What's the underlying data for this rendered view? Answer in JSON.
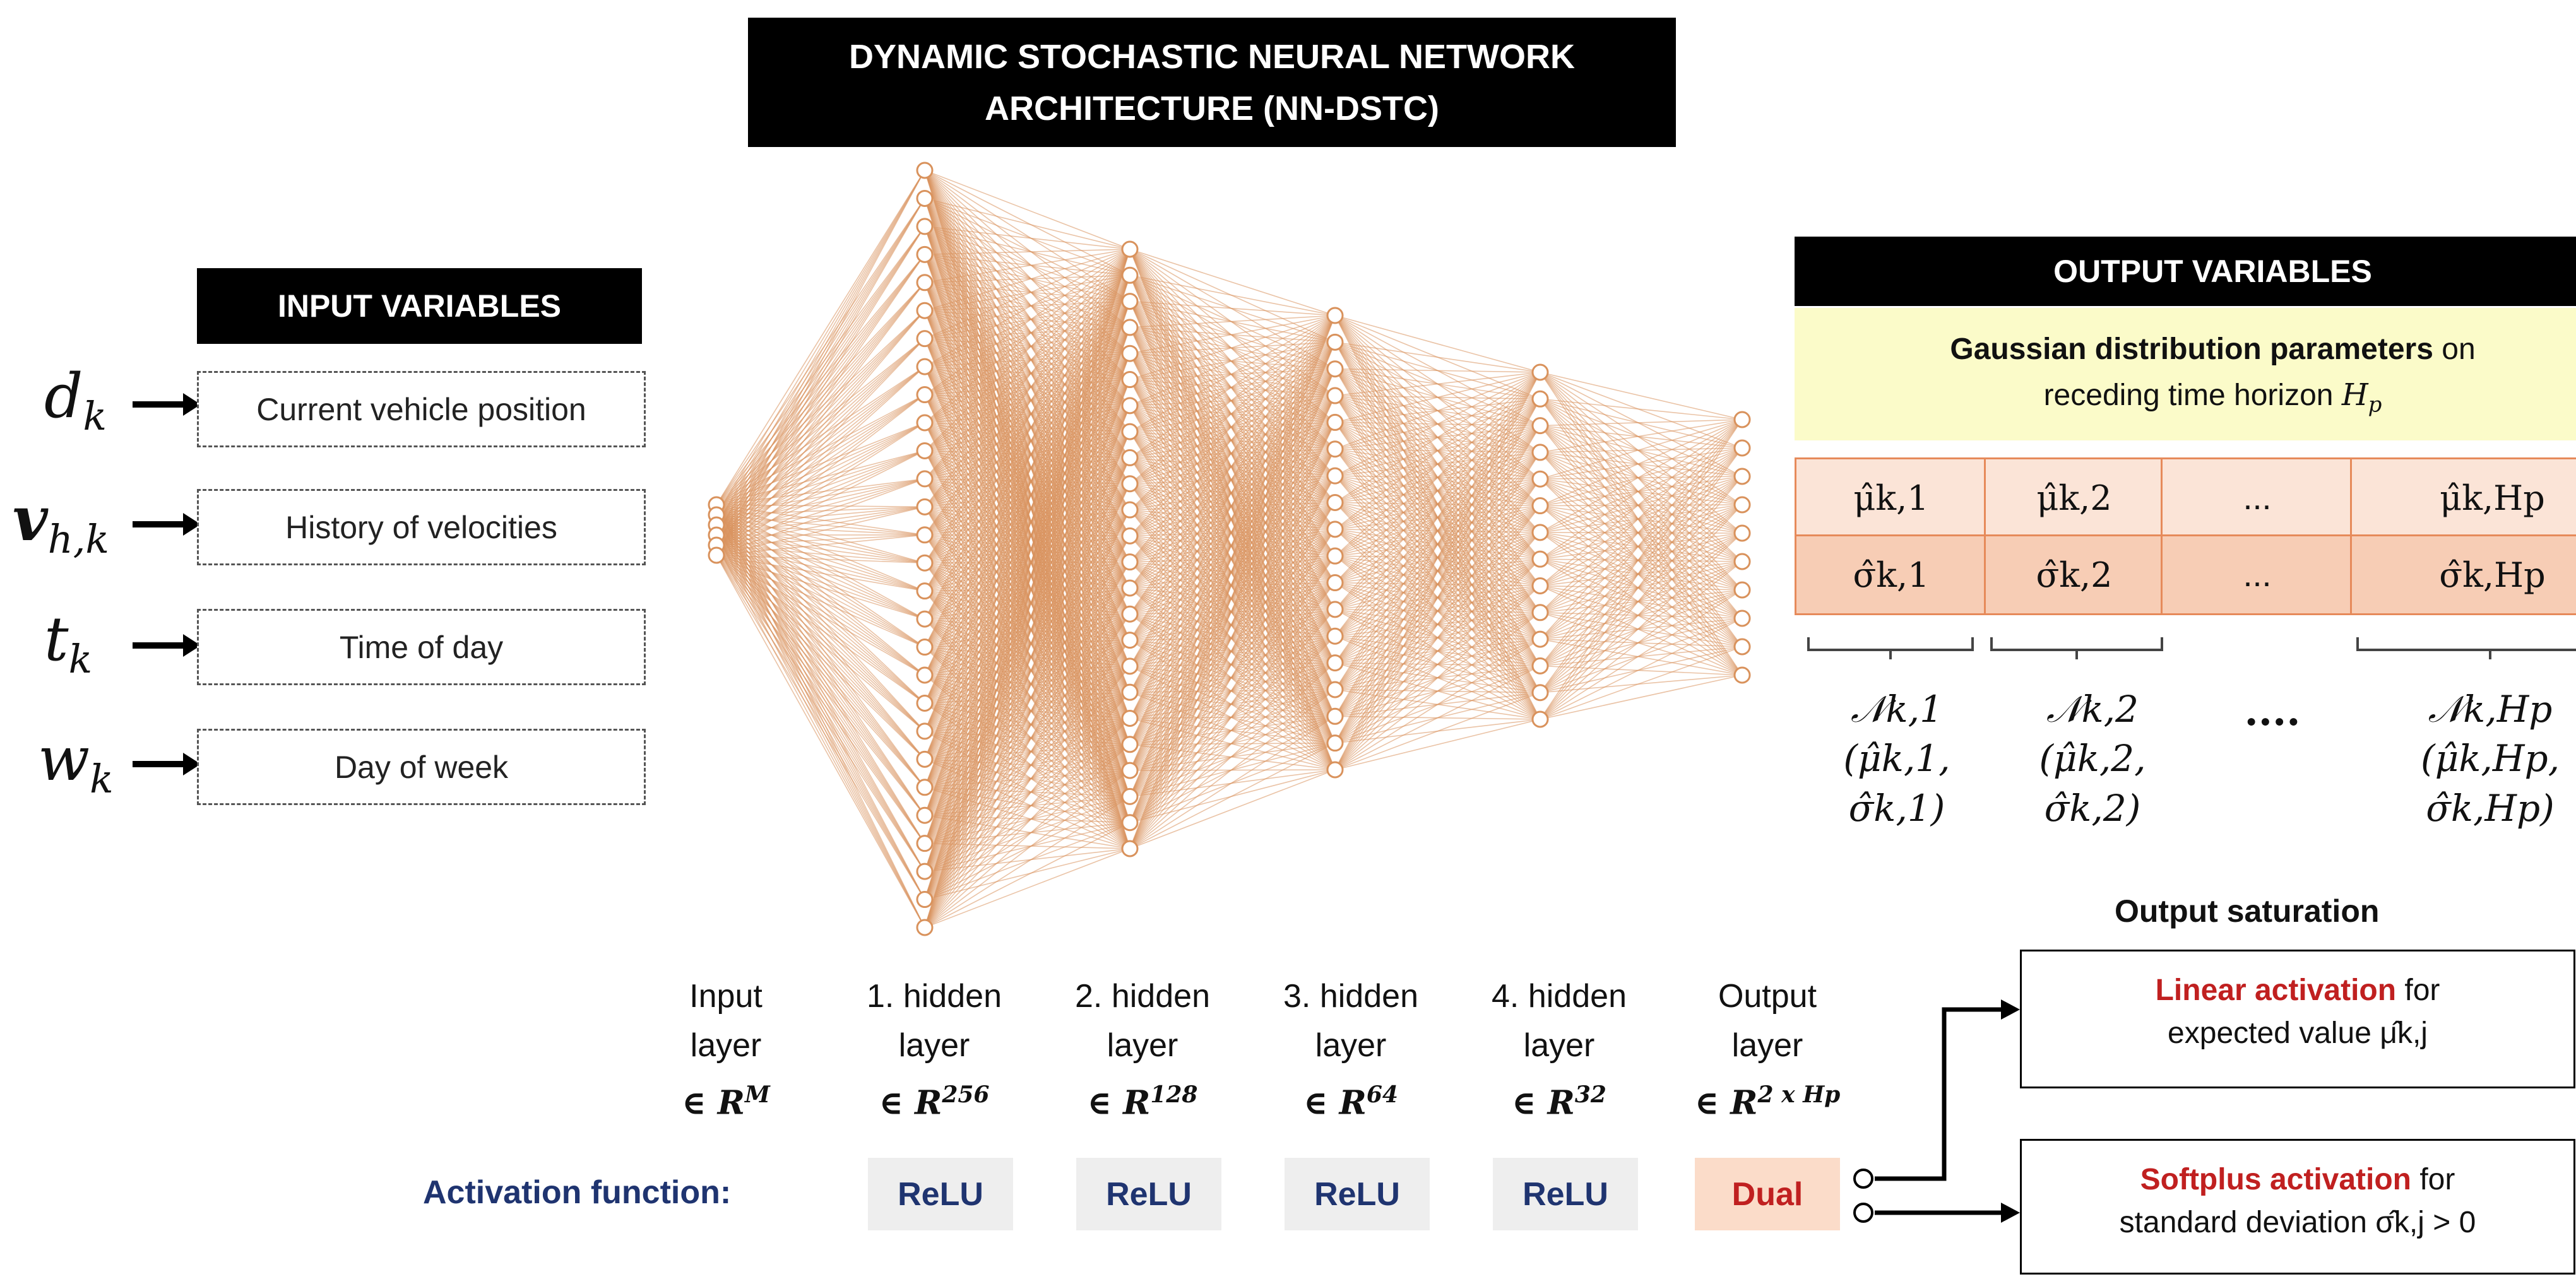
{
  "title": {
    "line1": "DYNAMIC STOCHASTIC NEURAL NETWORK",
    "line2": "ARCHITECTURE (NN-DSTC)"
  },
  "input": {
    "title": "INPUT VARIABLES",
    "items": [
      {
        "sym": "d",
        "sub": "k",
        "label": "Current vehicle position"
      },
      {
        "sym": "v",
        "sub": "h,k",
        "label": "History of velocities"
      },
      {
        "sym": "t",
        "sub": "k",
        "label": "Time of day"
      },
      {
        "sym": "w",
        "sub": "k",
        "label": "Day of week"
      }
    ]
  },
  "output": {
    "title": "OUTPUT VARIABLES",
    "gauss_bold": "Gaussian distribution parameters",
    "gauss_rest1": " on",
    "gauss_line2": "receding time horizon ",
    "gauss_hp": "H",
    "gauss_hp_sub": "p",
    "table": [
      [
        "μ̂k,1",
        "μ̂k,2",
        "...",
        "μ̂k,Hp"
      ],
      [
        "σ̂k,1",
        "σ̂k,2",
        "...",
        "σ̂k,Hp"
      ]
    ],
    "normals": [
      {
        "n": "𝒩k,1",
        "p": "(μ̂k,1, σ̂k,1)"
      },
      {
        "n": "𝒩k,2",
        "p": "(μ̂k,2, σ̂k,2)"
      },
      {
        "n": "....",
        "p": ""
      },
      {
        "n": "𝒩k,Hp",
        "p": "(μ̂k,Hp, σ̂k,Hp)"
      }
    ]
  },
  "layers": [
    {
      "l1": "Input",
      "l2": "layer",
      "dim": "∈ R",
      "sup": "M"
    },
    {
      "l1": "1. hidden",
      "l2": "layer",
      "dim": "∈ R",
      "sup": "256"
    },
    {
      "l1": "2. hidden",
      "l2": "layer",
      "dim": "∈ R",
      "sup": "128"
    },
    {
      "l1": "3. hidden",
      "l2": "layer",
      "dim": "∈ R",
      "sup": "64"
    },
    {
      "l1": "4. hidden",
      "l2": "layer",
      "dim": "∈ R",
      "sup": "32"
    },
    {
      "l1": "Output",
      "l2": "layer",
      "dim": "∈ R",
      "sup": "2 x Hp"
    }
  ],
  "activation": {
    "label": "Activation function:",
    "items": [
      "ReLU",
      "ReLU",
      "ReLU",
      "ReLU",
      "Dual"
    ]
  },
  "saturation": {
    "title": "Output saturation",
    "linear_red": "Linear activation",
    "linear_rest": " for",
    "linear_line2": "expected value μ̂k,j",
    "softplus_red": "Softplus activation",
    "softplus_rest": " for",
    "softplus_line2": "standard deviation σ̂k,j > 0"
  },
  "network": {
    "node_counts": [
      6,
      28,
      24,
      18,
      14,
      10
    ],
    "color": "#d9925c"
  }
}
